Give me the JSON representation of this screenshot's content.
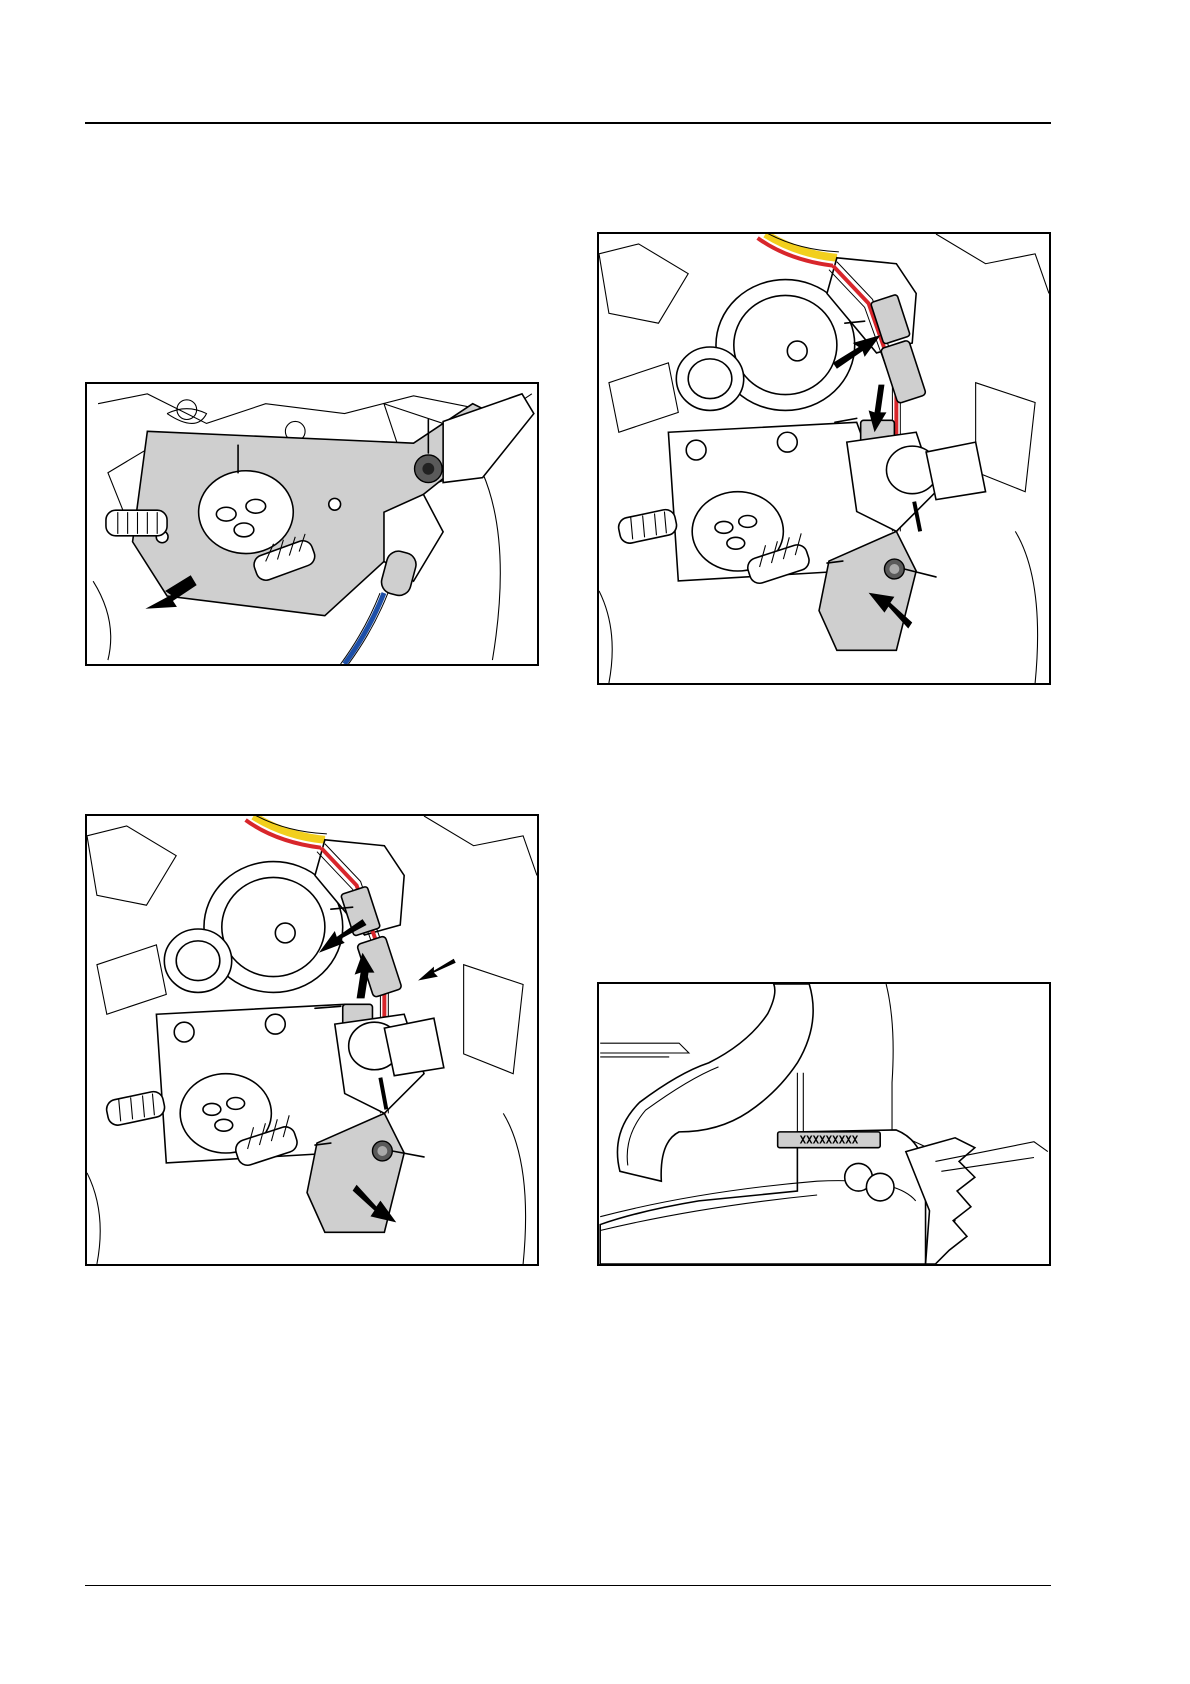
{
  "figures": [
    {
      "id": "fig1",
      "icon": "carburetor-plate-removal-illustration"
    },
    {
      "id": "fig2",
      "icon": "sensor-connector-fitting-illustration"
    },
    {
      "id": "fig3",
      "icon": "sensor-connector-removal-illustration"
    },
    {
      "id": "fig4",
      "icon": "serial-label-illustration",
      "label_text": "XXXXXXXXX"
    }
  ],
  "colors": {
    "wire_red": "#d8262b",
    "wire_yellow": "#f2cf1d",
    "wire_blue": "#1d4fa8",
    "part_grey": "#cfcfcf"
  }
}
